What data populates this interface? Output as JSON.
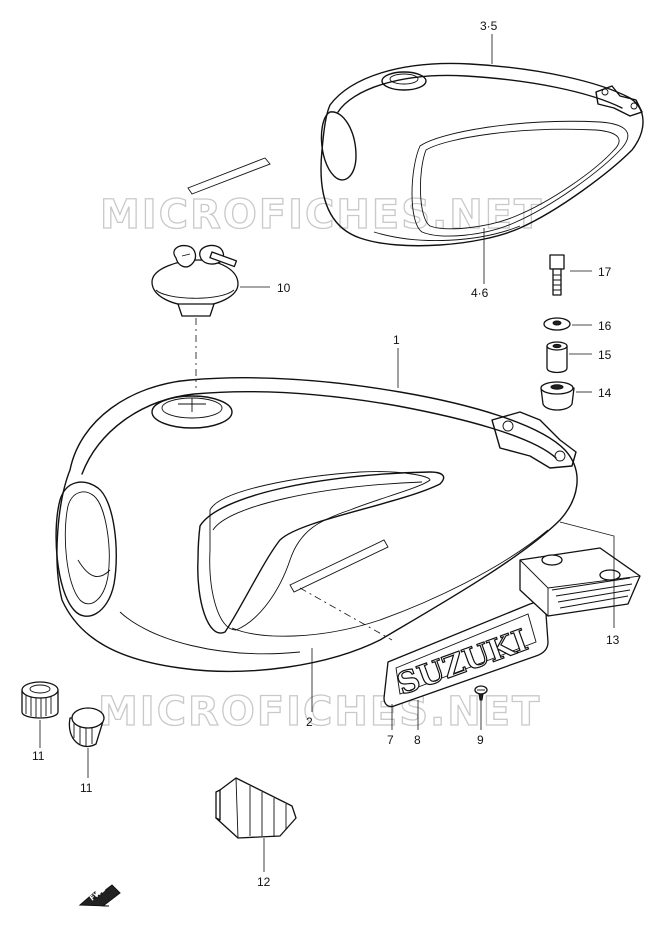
{
  "watermark": "MICROFICHES.NET",
  "emblem_text": "SUZUKI",
  "direction_marker": "FWD",
  "callouts": {
    "c1": "1",
    "c2": "2",
    "c3_5": "3·5",
    "c4_6": "4·6",
    "c7": "7",
    "c8": "8",
    "c9": "9",
    "c10": "10",
    "c11a": "11",
    "c11b": "11",
    "c12": "12",
    "c13": "13",
    "c14": "14",
    "c15": "15",
    "c16": "16",
    "c17": "17"
  }
}
